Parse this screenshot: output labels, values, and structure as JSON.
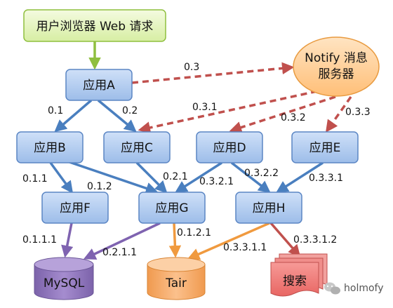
{
  "request": {
    "label": "用户浏览器 Web 请求"
  },
  "notify": {
    "line1": "Notify 消息",
    "line2": "服务器"
  },
  "apps": {
    "a": "应用A",
    "b": "应用B",
    "c": "应用C",
    "d": "应用D",
    "e": "应用E",
    "f": "应用F",
    "g": "应用G",
    "h": "应用H"
  },
  "stores": {
    "mysql": "MySQL",
    "tair": "Tair",
    "search": "搜索"
  },
  "edge_labels": {
    "a_notify": "0.3",
    "notify_c": "0.3.1",
    "notify_d": "0.3.2",
    "notify_e": "0.3.3",
    "a_b": "0.1",
    "a_c": "0.2",
    "b_f": "0.1.1",
    "b_g": "0.1.2",
    "c_g": "0.2.1",
    "d_g": "0.3.2.1",
    "d_h": "0.3.2.2",
    "e_h": "0.3.3.1",
    "f_mysql": "0.1.1.1",
    "g_mysql": "0.2.1.1",
    "g_tair": "0.1.2.1",
    "h_tair": "0.3.3.1.1",
    "h_search": "0.3.3.1.2"
  },
  "watermark": {
    "text": "holmofy",
    "icon": "wechat-icon"
  },
  "colors": {
    "app_fill": "#a9c8f0",
    "app_stroke": "#5b86c4",
    "request_fill": "#e3f3b8",
    "request_stroke": "#8fbf3f",
    "notify_fill": "#ffc98a",
    "notify_stroke": "#e89a3f",
    "mysql_fill": "#9c82c4",
    "tair_fill": "#f7b276",
    "search_fill": "#ef7b78",
    "arrow_blue": "#4a7fbf",
    "arrow_green": "#8fbf3f",
    "arrow_dashed": "#c0504d",
    "arrow_purple": "#7f63b0",
    "arrow_orange": "#f09a3f",
    "arrow_red": "#c0504d"
  }
}
